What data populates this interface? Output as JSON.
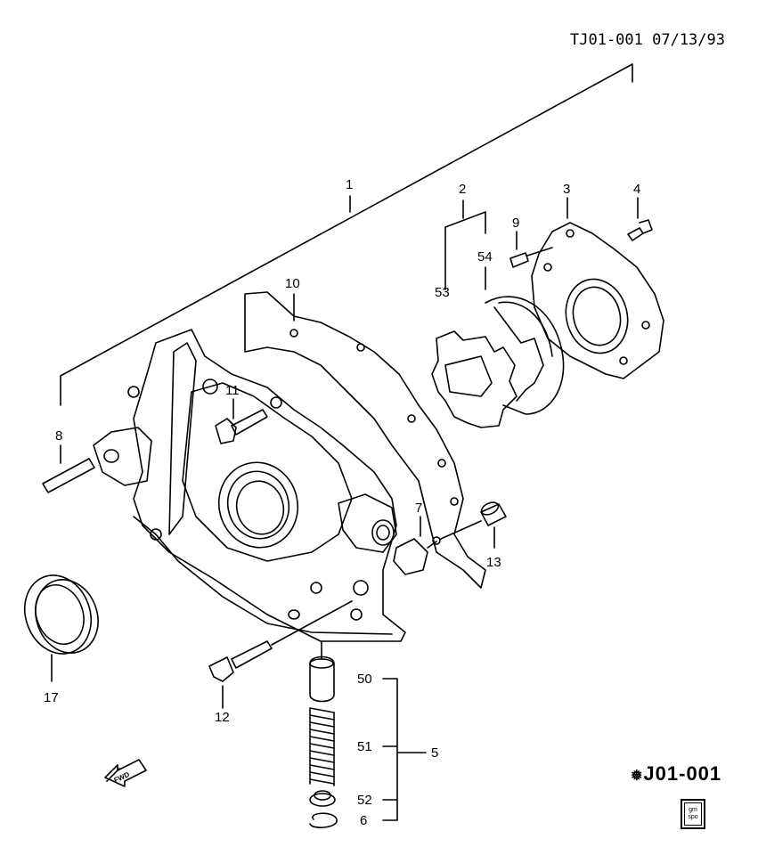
{
  "header": {
    "drawing_code": "TJ01-001 07/13/93"
  },
  "reference": {
    "symbol": "❅",
    "code": "J01-001"
  },
  "logo": {
    "text": "gm spo"
  },
  "direction_arrow": {
    "label": "FWD"
  },
  "callouts": {
    "c1": "1",
    "c2": "2",
    "c3": "3",
    "c4": "4",
    "c5": "5",
    "c6": "6",
    "c7": "7",
    "c8": "8",
    "c9": "9",
    "c10": "10",
    "c11": "11",
    "c12": "12",
    "c13": "13",
    "c17": "17",
    "c50": "50",
    "c51": "51",
    "c52": "52",
    "c53": "53",
    "c54": "54"
  }
}
